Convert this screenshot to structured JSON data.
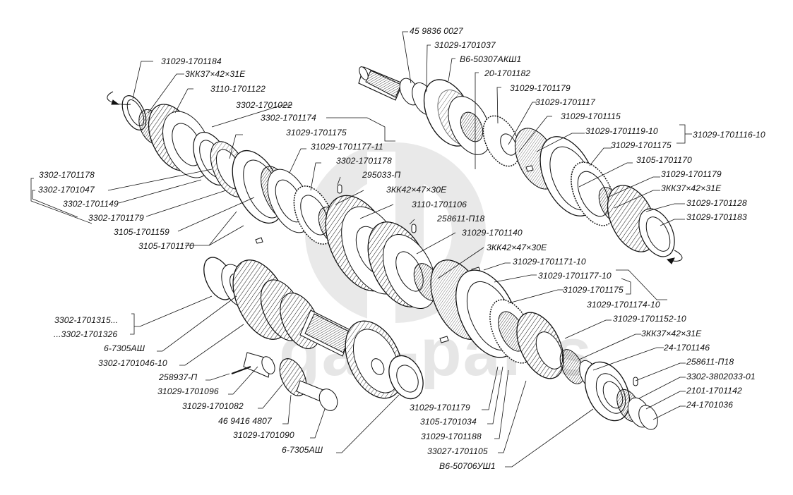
{
  "diagram": {
    "title": "Gearbox shafts and gears — exploded parts diagram",
    "watermark_text": "gaz-parts",
    "colors": {
      "line": "#111111",
      "watermark": "#e6e6e6",
      "background": "#ffffff"
    },
    "labels": {
      "l01": "31029-1701184",
      "l02": "3КК37×42×31Е",
      "l03": "3110-1701122",
      "l04": "3302-1701022",
      "l05": "3302-1701174",
      "l06": "31029-1701175",
      "l07": "31029-1701177-11",
      "l08": "3302-1701178",
      "l09": "295033-П",
      "l10": "3КК42×47×30Е",
      "l11": "3110-1701106",
      "l12": "258611-П18",
      "l13": "31029-1701140",
      "l14": "3КК42×47×30Е",
      "l15": "3302-1701178",
      "l16": "3302-1701047",
      "l17": "3302-1701149",
      "l18": "3302-1701179",
      "l19": "3105-1701159",
      "l20": "3105-1701170",
      "l21": "45 9836 0027",
      "l22": "31029-1701037",
      "l23": "В6-50307АКШ1",
      "l24": "20-1701182",
      "l25": "31029-1701179",
      "l26": "31029-1701117",
      "l27": "31029-1701115",
      "l28": "31029-1701119-10",
      "l29": "31029-1701116-10",
      "l30": "31029-1701175",
      "l31": "3105-1701170",
      "l32": "31029-1701179",
      "l33": "3КК37×42×31Е",
      "l34": "31029-1701128",
      "l35": "31029-1701183",
      "l36": "31029-1701171-10",
      "l37": "31029-1701177-10",
      "l38": "31029-1701175",
      "l39": "31029-1701174-10",
      "l40": "31029-1701152-10",
      "l41": "3КК37×42×31Е",
      "l42": "24-1701146",
      "l43": "258611-П18",
      "l44": "3302-3802033-01",
      "l45": "2101-1701142",
      "l46": "24-1701036",
      "l47": "3302-1701315...",
      "l48": "...3302-1701326",
      "l49": "6-7305АШ",
      "l50": "3302-1701046-10",
      "l51": "258937-П",
      "l52": "31029-1701096",
      "l53": "31029-1701082",
      "l54": "46 9416 4807",
      "l55": "31029-1701090",
      "l56": "6-7305АШ",
      "l57": "31029-1701179",
      "l58": "3105-1701034",
      "l59": "31029-1701188",
      "l60": "33027-1701105",
      "l61": "В6-50706УШ1"
    }
  }
}
